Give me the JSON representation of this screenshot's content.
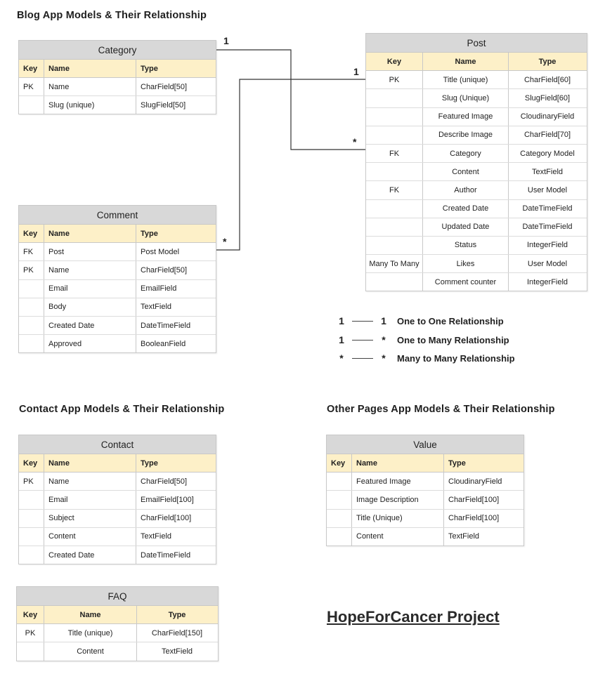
{
  "sections": {
    "blog": "Blog App Models & Their Relationship",
    "contact": "Contact App Models & Their Relationship",
    "other": "Other Pages App Models & Their Relationship"
  },
  "tables": {
    "category": {
      "title": "Category",
      "headers": [
        "Key",
        "Name",
        "Type"
      ],
      "rows": [
        [
          "PK",
          "Name",
          "CharField[50]"
        ],
        [
          "",
          "Slug (unique)",
          "SlugField[50]"
        ]
      ]
    },
    "post": {
      "title": "Post",
      "headers": [
        "Key",
        "Name",
        "Type"
      ],
      "rows": [
        [
          "PK",
          "Title (unique)",
          "CharField[60]"
        ],
        [
          "",
          "Slug (Unique)",
          "SlugField[60]"
        ],
        [
          "",
          "Featured Image",
          "CloudinaryField"
        ],
        [
          "",
          "Describe Image",
          "CharField[70]"
        ],
        [
          "FK",
          "Category",
          "Category Model"
        ],
        [
          "",
          "Content",
          "TextField"
        ],
        [
          "FK",
          "Author",
          "User Model"
        ],
        [
          "",
          "Created Date",
          "DateTimeField"
        ],
        [
          "",
          "Updated Date",
          "DateTimeField"
        ],
        [
          "",
          "Status",
          "IntegerField"
        ],
        [
          "Many To Many",
          "Likes",
          "User Model"
        ],
        [
          "",
          "Comment counter",
          "IntegerField"
        ]
      ]
    },
    "comment": {
      "title": "Comment",
      "headers": [
        "Key",
        "Name",
        "Type"
      ],
      "rows": [
        [
          "FK",
          "Post",
          "Post Model"
        ],
        [
          "PK",
          "Name",
          "CharField[50]"
        ],
        [
          "",
          "Email",
          "EmailField"
        ],
        [
          "",
          "Body",
          "TextField"
        ],
        [
          "",
          "Created Date",
          "DateTimeField"
        ],
        [
          "",
          "Approved",
          "BooleanField"
        ]
      ]
    },
    "contact": {
      "title": "Contact",
      "headers": [
        "Key",
        "Name",
        "Type"
      ],
      "rows": [
        [
          "PK",
          "Name",
          "CharField[50]"
        ],
        [
          "",
          "Email",
          "EmailField[100]"
        ],
        [
          "",
          "Subject",
          "CharField[100]"
        ],
        [
          "",
          "Content",
          "TextField"
        ],
        [
          "",
          "Created Date",
          "DateTimeField"
        ]
      ]
    },
    "value": {
      "title": "Value",
      "headers": [
        "Key",
        "Name",
        "Type"
      ],
      "rows": [
        [
          "",
          "Featured Image",
          "CloudinaryField"
        ],
        [
          "",
          "Image Description",
          "CharField[100]"
        ],
        [
          "",
          "Title (Unique)",
          "CharField[100]"
        ],
        [
          "",
          "Content",
          "TextField"
        ]
      ]
    },
    "faq": {
      "title": "FAQ",
      "headers": [
        "Key",
        "Name",
        "Type"
      ],
      "rows": [
        [
          "PK",
          "Title (unique)",
          "CharField[150]"
        ],
        [
          "",
          "Content",
          "TextField"
        ]
      ]
    }
  },
  "relations": {
    "category_post": {
      "from": "1",
      "to": "*"
    },
    "post_comment": {
      "from": "1",
      "to": "*"
    }
  },
  "legend": [
    {
      "left": "1",
      "right": "1",
      "text": "One to One Relationship"
    },
    {
      "left": "1",
      "right": "*",
      "text": "One to Many Relationship"
    },
    {
      "left": "*",
      "right": "*",
      "text": "Many to Many Relationship"
    }
  ],
  "project_title": "HopeForCancer Project"
}
